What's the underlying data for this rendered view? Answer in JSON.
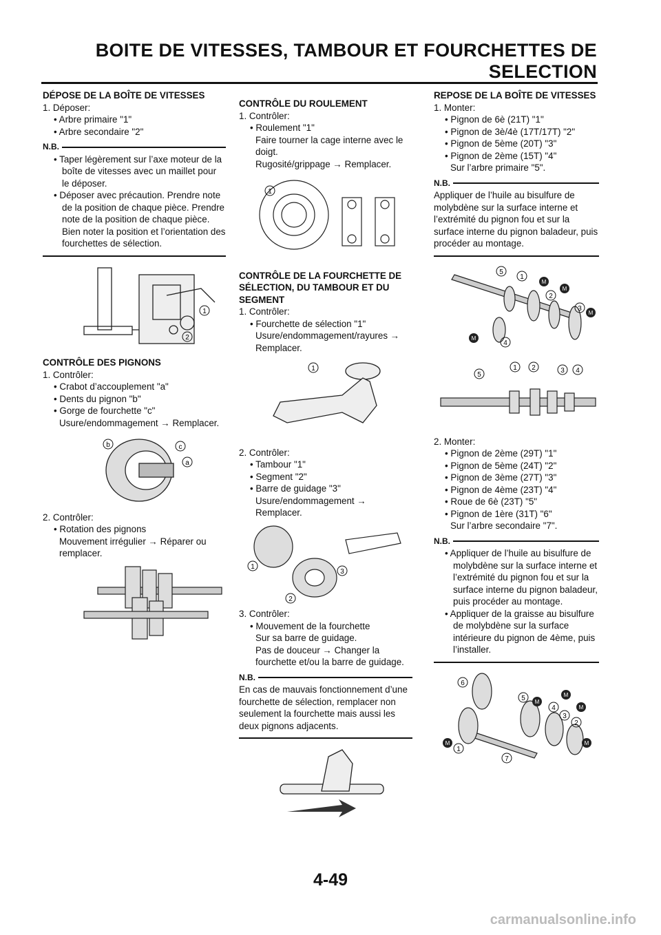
{
  "header": {
    "title_line1": "BOITE DE VITESSES, TAMBOUR ET FOURCHETTES DE",
    "title_line2": "SELECTION"
  },
  "col1": {
    "h1": "DÉPOSE DE LA BOÎTE DE VITESSES",
    "s1": "1. Déposer:",
    "s1b1": "• Arbre primaire \"1\"",
    "s1b2": "• Arbre secondaire \"2\"",
    "nb_label": "N.B.",
    "nb_b1": "• Taper légèrement sur l’axe moteur de la boîte de vitesses avec un maillet pour le déposer.",
    "nb_b2": "• Déposer avec précaution. Prendre note de la position de chaque pièce. Prendre note de la position de chaque pièce. Bien noter la position et l’orientation des fourchettes de sélection.",
    "fig1_labels": [
      "1",
      "2"
    ],
    "h2": "CONTRÔLE DES PIGNONS",
    "s2": "1. Contrôler:",
    "s2b1": "• Crabot d’accouplement \"a\"",
    "s2b2": "• Dents du pignon \"b\"",
    "s2b3": "• Gorge de fourchette \"c\"",
    "s2b4": "Usure/endommagement → Remplacer.",
    "fig2_labels": [
      "b",
      "c",
      "a"
    ],
    "s3": "2. Contrôler:",
    "s3b1": "• Rotation des pignons",
    "s3b2": "Mouvement irrégulier → Réparer ou remplacer."
  },
  "col2": {
    "h1": "CONTRÔLE DU ROULEMENT",
    "s1": "1. Contrôler:",
    "s1b1": "• Roulement \"1\"",
    "s1b2": "Faire tourner la cage interne avec le doigt.",
    "s1b3": "Rugosité/grippage → Remplacer.",
    "fig1_labels": [
      "1"
    ],
    "h2": "CONTRÔLE DE LA FOURCHETTE DE SÉLECTION, DU TAMBOUR ET DU SEGMENT",
    "s2": "1. Contrôler:",
    "s2b1": "• Fourchette de sélection \"1\"",
    "s2b2": "Usure/endommagement/rayures → Remplacer.",
    "fig2_labels": [
      "1"
    ],
    "s3": "2. Contrôler:",
    "s3b1": "• Tambour \"1\"",
    "s3b2": "• Segment \"2\"",
    "s3b3": "• Barre de guidage \"3\"",
    "s3b4": "Usure/endommagement → Remplacer.",
    "fig3_labels": [
      "1",
      "2",
      "3"
    ],
    "s4": "3. Contrôler:",
    "s4b1": "• Mouvement de la fourchette",
    "s4b2": "Sur sa barre de guidage.",
    "s4b3": "Pas de douceur → Changer la fourchette et/ou la barre de guidage.",
    "nb_label": "N.B.",
    "nb_text": "En cas de mauvais fonctionnement d’une fourchette de sélection, remplacer non seulement la fourchette mais aussi les deux pignons adjacents."
  },
  "col3": {
    "h1": "REPOSE DE LA BOÎTE DE VITESSES",
    "s1": "1. Monter:",
    "s1b1": "• Pignon de 6è (21T) \"1\"",
    "s1b2": "• Pignon de 3è/4è (17T/17T) \"2\"",
    "s1b3": "• Pignon de 5ème (20T) \"3\"",
    "s1b4": "• Pignon de 2ème (15T) \"4\"",
    "s1b5": "Sur l’arbre primaire \"5\".",
    "nb1_label": "N.B.",
    "nb1_text": "Appliquer de l’huile au bisulfure de molybdène sur la surface interne et l’extrémité du pignon fou et sur la surface interne du pignon baladeur, puis procéder au montage.",
    "fig1_labels": [
      "5",
      "1",
      "2",
      "3",
      "4"
    ],
    "fig2_labels": [
      "5",
      "1",
      "2",
      "3",
      "4"
    ],
    "s2": "2. Monter:",
    "s2b1": "• Pignon de 2ème (29T) \"1\"",
    "s2b2": "• Pignon de 5ème (24T) \"2\"",
    "s2b3": "• Pignon de 3ème (27T) \"3\"",
    "s2b4": "• Pignon de 4ème (23T) \"4\"",
    "s2b5": "• Roue de 6è (23T) \"5\"",
    "s2b6": "• Pignon de 1ère (31T) \"6\"",
    "s2b7": "Sur l’arbre secondaire \"7\".",
    "nb2_label": "N.B.",
    "nb2_b1": "• Appliquer de l’huile au bisulfure de molybdène sur la surface interne et l’extrémité du pignon fou et sur la surface interne du pignon baladeur, puis procéder au montage.",
    "nb2_b2": "• Appliquer de la graisse au bisulfure de molybdène sur la surface intérieure du pignon de 4ème, puis l’installer.",
    "fig3_labels": [
      "6",
      "5",
      "4",
      "3",
      "2",
      "1",
      "7"
    ],
    "m_symbol": "M"
  },
  "footer": {
    "page_number": "4-49",
    "watermark": "carmanualsonline.info"
  }
}
